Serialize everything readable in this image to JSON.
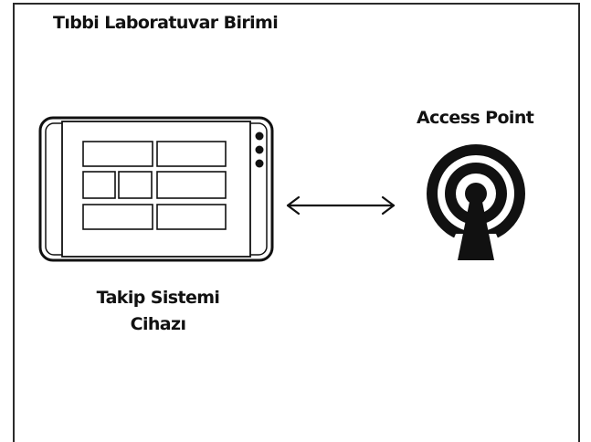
{
  "diagram": {
    "title": "Tıbbi Laboratuvar Birimi",
    "access_point_label": "Access Point",
    "device_label_line1": "Takip Sistemi",
    "device_label_line2": "Cihazı",
    "icons": [
      "tablet-device-icon",
      "bidirectional-arrow-icon",
      "wifi-access-point-icon"
    ]
  }
}
